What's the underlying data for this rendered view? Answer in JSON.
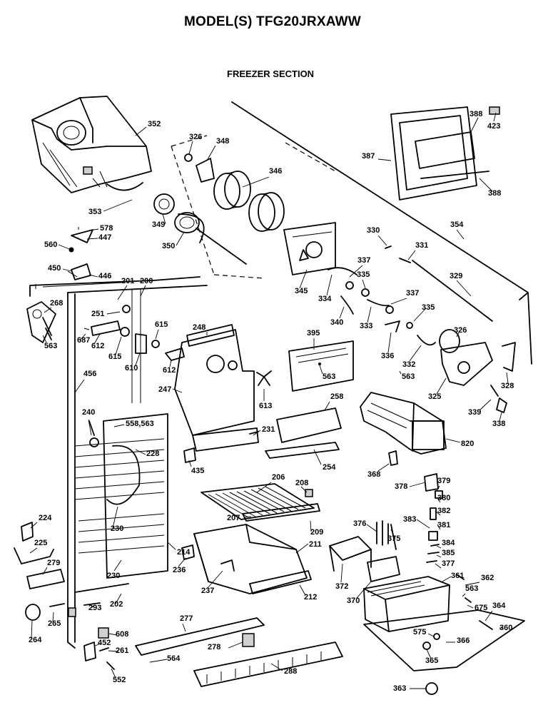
{
  "header": {
    "model": "MODEL(S) TFG20JRXAWW",
    "section": "FREEZER SECTION"
  },
  "labels": [
    "352",
    "326",
    "348",
    "346",
    "353",
    "349",
    "350",
    "578",
    "447",
    "560",
    "450",
    "446",
    "201",
    "200",
    "268",
    "563",
    "687",
    "251",
    "612",
    "615",
    "610",
    "615",
    "612",
    "248",
    "456",
    "240",
    "558,563",
    "228",
    "247",
    "613",
    "395",
    "563",
    "258",
    "231",
    "435",
    "254",
    "820",
    "206",
    "208",
    "224",
    "225",
    "279",
    "230",
    "214",
    "230",
    "207",
    "209",
    "211",
    "236",
    "237",
    "212",
    "202",
    "265",
    "264",
    "293",
    "277",
    "608",
    "452",
    "261",
    "278",
    "564",
    "552",
    "288",
    "345",
    "330",
    "331",
    "354",
    "329",
    "337",
    "335",
    "334",
    "337",
    "340",
    "333",
    "335",
    "326",
    "336",
    "332",
    "325",
    "328",
    "339",
    "338",
    "368",
    "378",
    "379",
    "380",
    "382",
    "381",
    "383",
    "384",
    "385",
    "377",
    "376",
    "375",
    "372",
    "370",
    "361",
    "362",
    "563",
    "675",
    "364",
    "360",
    "575",
    "366",
    "365",
    "363",
    "387",
    "388",
    "423",
    "388",
    "563"
  ]
}
